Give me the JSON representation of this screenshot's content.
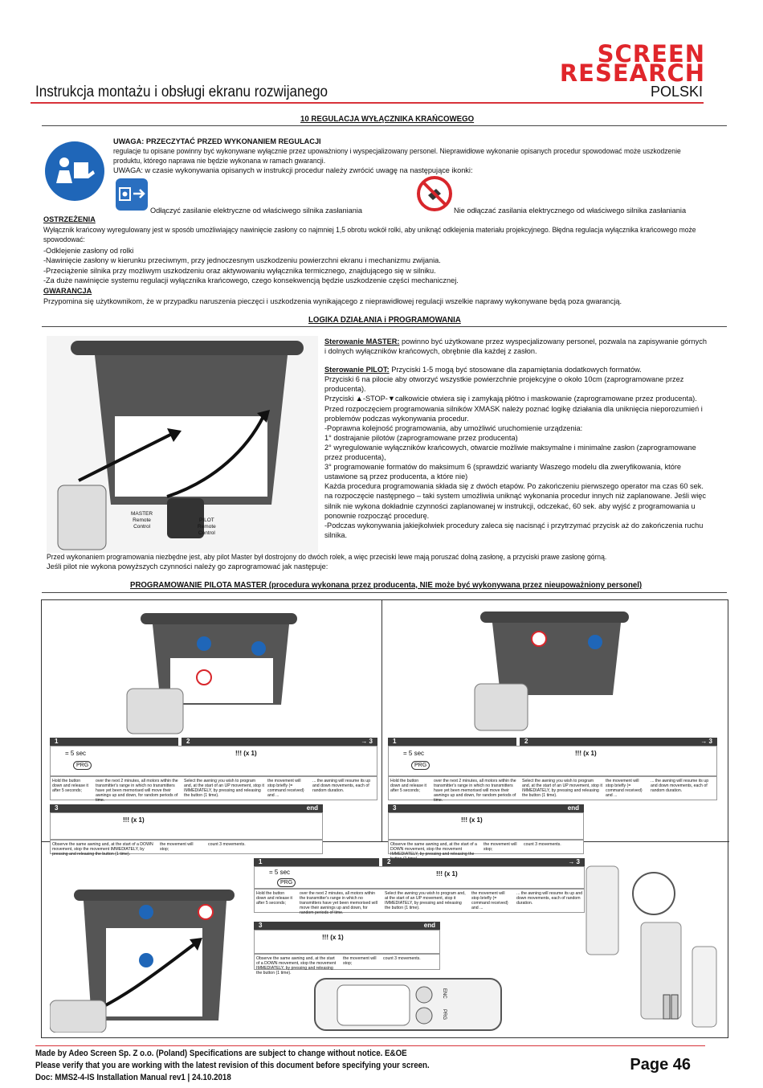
{
  "header": {
    "brand_line1": "SCREEN",
    "brand_line2": "RESEARCH",
    "title": "Instrukcja montażu i obsługi ekranu rozwijanego",
    "language": "POLSKI"
  },
  "section1": {
    "heading": "10 REGULACJA WYŁĄCZNIKA KRAŃCOWEGO",
    "caution_title": "UWAGA: PRZECZYTAĆ PRZED WYKONANIEM REGULACJI",
    "caution_text": "regulacje tu opisane powinny być wykonywane wyłącznie przez upoważniony i wyspecjalizowany personel. Nieprawidłowe wykonanie opisanych procedur spowodować może uszkodzenie produktu, którego naprawa nie będzie wykonana w ramach gwarancji.",
    "icons_note": "UWAGA: w czasie wykonywania opisanych w instrukcji procedur należy zwrócić uwagę na następujące ikonki:",
    "icon_disconnect_label": "Odłączyć zasilanie elektryczne od właściwego silnika zasłaniania",
    "icon_no_disconnect_label": "Nie odłączać zasilania elektrycznego od właściwego silnika zasłaniania",
    "warnings_heading": "OSTRZEŻENIA",
    "warnings_text": "Wyłącznik krańcowy wyregulowany jest w sposób umożliwiający nawinięcie zasłony co najmniej 1,5 obrotu wokół rolki, aby uniknąć odklejenia materiału projekcyjnego. Błędna regulacja wyłącznika krańcowego może spowodować:",
    "warnings_items": [
      "-Odklejenie zasłony od rolki",
      "-Nawinięcie zasłony w kierunku przeciwnym, przy jednoczesnym uszkodzeniu powierzchni ekranu i mechanizmu zwijania.",
      "-Przeciążenie silnika przy możliwym uszkodzeniu oraz aktywowaniu wyłącznika termicznego, znajdującego się w silniku.",
      "-Za duże nawinięcie systemu regulacji wyłącznika krańcowego, czego konsekwencją będzie uszkodzenie części mechanicznej."
    ],
    "warranty_heading": "GWARANCJA",
    "warranty_text": "Przypomina się użytkownikom, że w przypadku naruszenia pieczęci i uszkodzenia wynikającego z nieprawidłowej regulacji wszelkie naprawy wykonywane będą poza gwarancją."
  },
  "section2": {
    "heading": "LOGIKA DZIAŁANIA i PROGRAMOWANIA",
    "image_labels": {
      "master": [
        "MASTER",
        "Remote",
        "Control"
      ],
      "pilot": [
        "PILOT",
        "Remote",
        "Control"
      ]
    },
    "master_label": "Sterowanie MASTER:",
    "master_text": " powinno być użytkowane przez wyspecjalizowany personel, pozwala na zapisywanie górnych i dolnych wyłączników krańcowych, obrębnie dla każdej z zasłon.",
    "pilot_label": "Sterowanie PILOT:",
    "pilot_text": " Przyciski 1-5 mogą być stosowane dla zapamiętania dodatkowych formatów.",
    "paragraphs": [
      "Przyciski 6 na pilocie aby otworzyć wszystkie powierzchnie projekcyjne o około 10cm  (zaprogramowane przez producenta).",
      "Przyciski ▲-STOP-▼całkowicie otwiera się i zamykają płótno i maskowanie (zaprogramowane przez producenta).",
      "Przed rozpoczęciem programowania silników XMASK należy poznać logikę działania dla uniknięcia nieporozumień i problemów podczas wykonywania procedur.",
      "-Poprawna kolejność programowania, aby umożliwić uruchomienie urządzenia:",
      "1° dostrajanie pilotów (zaprogramowane przez producenta)",
      "2° wyregulowanie wyłączników krańcowych, otwarcie możliwie maksymalne i minimalne zasłon (zaprogramowane przez producenta),",
      "3° programowanie formatów do maksimum 6 (sprawdzić warianty Waszego modelu dla zweryfikowania, które ustawione są przez producenta, a które nie)",
      "Każda procedura programowania składa się z dwóch etapów. Po zakończeniu pierwszego operator ma czas 60 sek. na rozpoczęcie następnego – taki system umożliwia uniknąć wykonania procedur innych niż zaplanowane. Jeśli więc silnik nie wykona dokładnie czynności zaplanowanej w instrukcji, odczekać, 60 sek. aby wyjść z programowania u ponownie rozpocząć procedurę.",
      "-Podczas wykonywania jakiejkolwiek procedury zaleca się nacisnąć i przytrzymać przycisk aż do zakończenia ruchu silnika."
    ],
    "closing_1": "Przed wykonaniem programowania niezbędne jest, aby pilot Master był dostrojony do dwóch rolek, a więc przeciski lewe mają poruszać dolną zasłonę, a przyciski prawe zasłonę górną.",
    "closing_2": "Jeśli pilot nie wykona powyższych czynności należy go zaprogramować jak następuje:"
  },
  "section3": {
    "heading": "PROGRAMOWANIE PILOTA MASTER (procedura wykonana przez producenta, NIE może być wykonywana przez nieupoważniony personel)",
    "step1_num": "1",
    "step2_num": "2",
    "step3_num": "3",
    "arrow3": "→ 3",
    "end_label": "end",
    "timer": "= 5 sec",
    "prg": "PRG",
    "x1": "!!! (x 1)",
    "cells_row1": [
      "Hold the button down and release it after 5 seconds;",
      "over the next 2 minutes, all motors within the transmitter's range in which no transmitters have yet been memorised will move their awnings up and down, for random periods of time.",
      "Select the awning you wish to program and, at the start of an UP movement, stop it IMMEDIATELY, by pressing and releasing the button (1 time).",
      "the movement will stop briefly (= command received) and ...",
      "... the awning will resume its up and down movements, each of random duration."
    ],
    "cells_row2": [
      "Observe the same awning and, at the start of a DOWN movement, stop the movement IMMEDIATELY, by pressing and releasing the button (1 time).",
      "the movement will stop;",
      "count 3 movements."
    ],
    "remote_labels": [
      "ENC",
      "PRG"
    ]
  },
  "footer": {
    "line1": "Made by Adeo Screen Sp. Z o.o. (Poland) Specifications are subject to change without notice. E&OE",
    "line2": "Please verify that you are working with the latest revision of this document before specifying your screen.",
    "line3": "Doc: MMS2-4-IS  Installation Manual rev1 | 24.10.2018",
    "page": "Page 46"
  },
  "colors": {
    "brand_red": "#e0262b",
    "icon_blue": "#1f66b8",
    "prohibit_red": "#d8262b",
    "frame_gray": "#333333"
  }
}
